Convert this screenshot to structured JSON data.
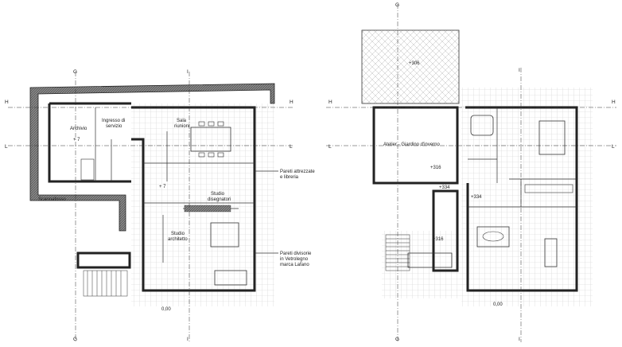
{
  "axes": {
    "g": "G",
    "i": "I",
    "h": "H",
    "l": "L"
  },
  "ground_floor": {
    "rooms": {
      "archivio": "Archivio",
      "ingresso_line1": "Ingresso di",
      "ingresso_line2": "servizio",
      "sala_line1": "Sala",
      "sala_line2": "riunioni",
      "studio_disegnatori_line1": "Studio",
      "studio_disegnatori_line2": "disegnatori",
      "studio_architetto_line1": "Studio",
      "studio_architetto_line2": "architetto",
      "scannafosso": "Scannafosso"
    },
    "notes": {
      "pareti_attrezzate_line1": "Pareti attrezzate",
      "pareti_attrezzate_line2": "e libreria",
      "pareti_divisorie_line1": "Pareti divisorie",
      "pareti_divisorie_line2": "in Vetrolegno",
      "pareti_divisorie_line3": "marca Lafano"
    },
    "levels": {
      "a": "+ 7",
      "b": "+ 7",
      "c": "0,00"
    }
  },
  "first_floor": {
    "rooms": {
      "atelier": "Atelier - Giardino d'inverno"
    },
    "levels": {
      "top": "+306",
      "a": "+316",
      "b": "+334",
      "c": "+334",
      "d": "+316",
      "e": "0,00"
    }
  },
  "colors": {
    "line": "#222222",
    "hatch": "#9a9a9a",
    "grid": "#cfcfcf"
  }
}
